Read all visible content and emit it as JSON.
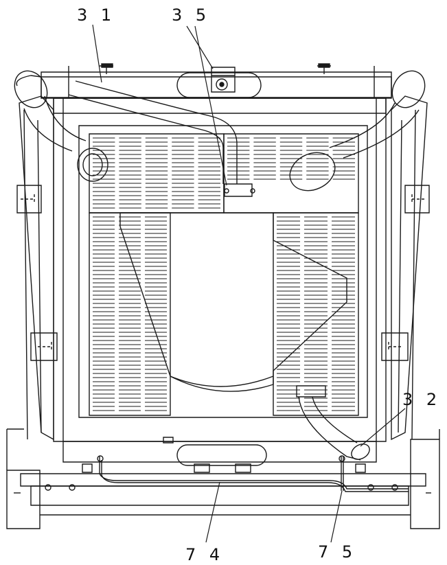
{
  "diagram": {
    "callouts": [
      {
        "id": "31",
        "label": "3 1"
      },
      {
        "id": "35",
        "label": "3 5"
      },
      {
        "id": "32",
        "label": "3 2"
      },
      {
        "id": "74",
        "label": "7 4"
      },
      {
        "id": "75",
        "label": "7 5"
      }
    ]
  }
}
